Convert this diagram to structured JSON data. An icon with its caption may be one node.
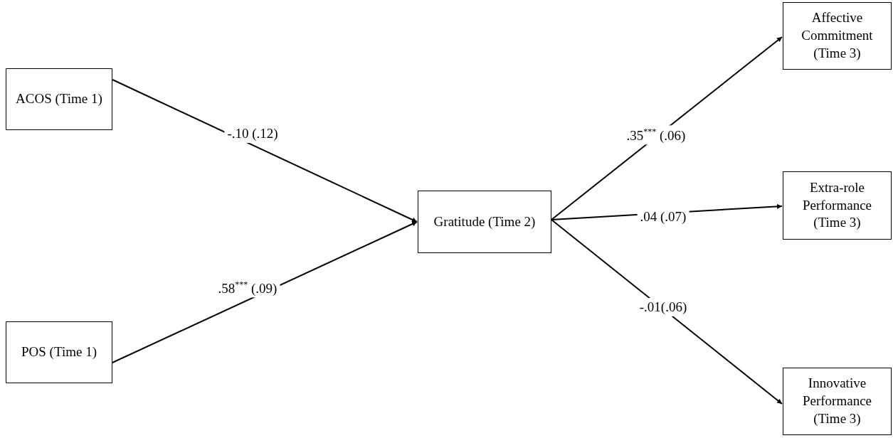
{
  "diagram": {
    "nodes": [
      {
        "text": [
          "ACOS (Time 1)"
        ]
      },
      {
        "text": [
          "POS (Time 1)"
        ]
      },
      {
        "text": [
          "Gratitude (Time 2)"
        ]
      },
      {
        "text": [
          "Affective Commitment (Time 3)"
        ]
      },
      {
        "text": [
          "Extra-role Performance (Time 3)"
        ]
      },
      {
        "text": [
          "Innovative Performance (Time 3)"
        ]
      }
    ],
    "edges": [
      {
        "from": 0,
        "to": 2,
        "arrow": "to",
        "label": "-.10 (.12)"
      },
      {
        "from": 1,
        "to": 2,
        "arrow": "to",
        "label": ".58$^{***}$ (.09)"
      },
      {
        "from": 2,
        "to": 3,
        "arrow": "to",
        "label": ".35$^{***}$ (.06)"
      },
      {
        "from": 2,
        "to": 4,
        "arrow": "to",
        "label": ".04 (.07)"
      },
      {
        "from": 2,
        "to": 5,
        "arrow": "to",
        "label": "-.01(.06)"
      }
    ]
  }
}
